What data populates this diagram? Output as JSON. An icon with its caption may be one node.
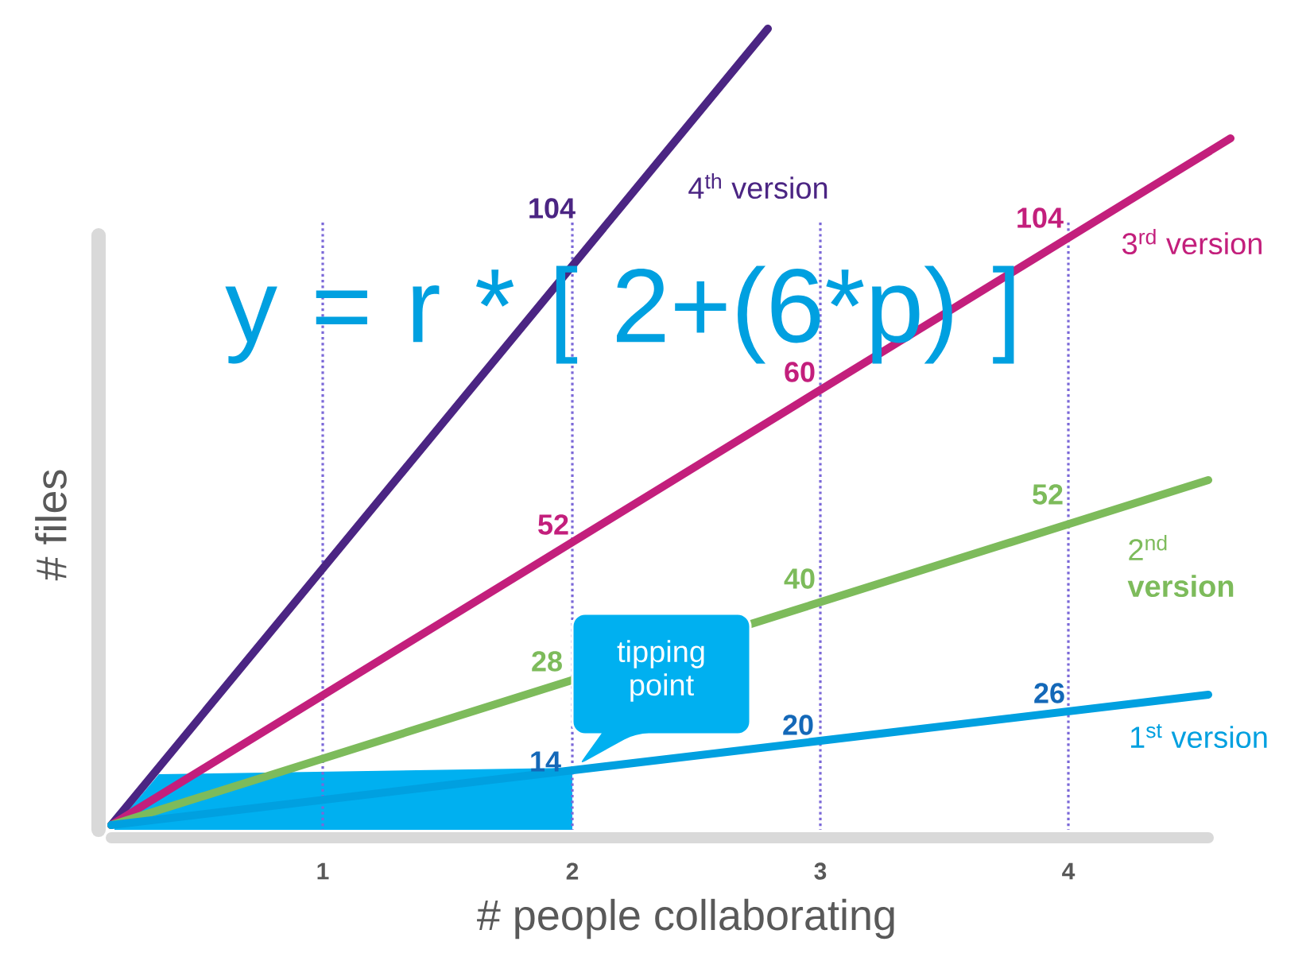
{
  "diagram": {
    "nodes": [
      {
        "text": [
          "tipping point"
        ]
      }
    ],
    "labels": [
      "y  =  r * [ 2+(6*p) ]",
      "104",
      "4$^{th}$ version",
      "104",
      "3$^{rd}$ version",
      "60",
      "# files",
      "52",
      "52",
      "2$^{nd}$ **version**",
      "40",
      "28",
      "26",
      "20",
      "14",
      "1$^{st}$ version",
      "1",
      "2",
      "3",
      "4",
      "# people collaborating"
    ]
  }
}
